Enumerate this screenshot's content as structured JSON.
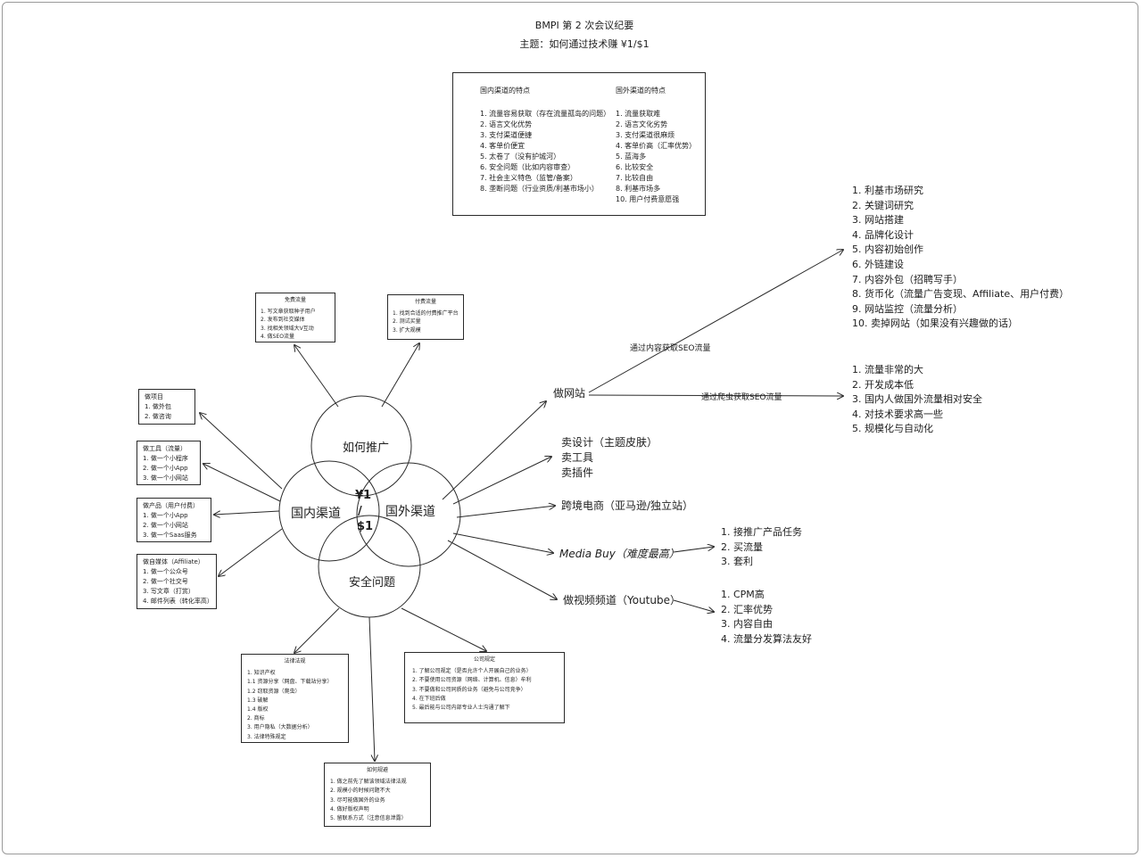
{
  "page": {
    "title": "BMPI 第 2 次会议纪要",
    "subtitle": "主题：如何通过技术赚 ¥1/$1"
  },
  "circles": {
    "top": "如何推广",
    "left": "国内渠道",
    "right": "国外渠道",
    "bottom": "安全问题",
    "center_top": "¥1",
    "center_slash": "/",
    "center_bottom": "$1"
  },
  "compare": {
    "domestic_title": "国内渠道的特点",
    "domestic_items": [
      "1. 流量容易获取（存在流量孤岛的问题）",
      "2. 语言文化优势",
      "3. 支付渠道便捷",
      "4. 客单价便宜",
      "5. 太卷了（没有护城河）",
      "6. 安全问题（比如内容审查）",
      "7. 社会主义特色（监管/备案）",
      "8. 垄断问题（行业资质/利基市场小）"
    ],
    "foreign_title": "国外渠道的特点",
    "foreign_items": [
      "1. 流量获取难",
      "2. 语言文化劣势",
      "3. 支付渠道很麻烦",
      "4. 客单价高（汇率优势）",
      "5. 蓝海多",
      "6. 比较安全",
      "7. 比较自由",
      "8. 利基市场多",
      "10. 用户付费意愿强"
    ]
  },
  "free_traffic": {
    "title": "免费流量",
    "items": [
      "1. 写文章获取种子用户",
      "2. 发布到社交媒体",
      "3. 找相关领域大V互动",
      "4. 做SEO流量"
    ]
  },
  "paid_traffic": {
    "title": "付费流量",
    "items": [
      "1. 找到合适的付费推广平台",
      "2. 测试买量",
      "3. 扩大规模"
    ]
  },
  "project": {
    "title": "做项目",
    "items": [
      "1. 做外包",
      "2. 做咨询"
    ]
  },
  "tools": {
    "title": "做工具（流量）",
    "items": [
      "1. 做一个小程序",
      "2. 做一个小App",
      "3. 做一个小网站"
    ]
  },
  "product": {
    "title": "做产品（用户付费）",
    "items": [
      "1. 做一个小App",
      "2. 做一个小网站",
      "3. 做一个Saas服务"
    ]
  },
  "media": {
    "title": "做自媒体（Affiliate）",
    "items": [
      "1. 做一个公众号",
      "2. 做一个社交号",
      "3. 写文章（打赏）",
      "4. 邮件列表（转化率高）"
    ]
  },
  "law": {
    "title": "法律法规",
    "items": [
      "1. 知识产权",
      "1.1 资源分享（网盘、下载站分享）",
      "1.2 窃取资源（爬虫）",
      "1.3 破解",
      "1.4 版权",
      "2. 商标",
      "3. 用户隐私（大数据分析）",
      "3. 法律特殊规定"
    ]
  },
  "company": {
    "title": "公司规定",
    "items": [
      "1. 了解公司规定（是否允许个人开展自己的业务）",
      "2. 不要使用公司资源（网络、计算机、信息）牟利",
      "3. 不要做和公司同质的业务（避免与公司竞争）",
      "4. 在下班后做",
      "5. 最后能与公司内部专业人士沟通了解下"
    ]
  },
  "avoid": {
    "title": "如何规避",
    "items": [
      "1. 做之前先了解该领域法律法规",
      "2. 规模小的时候问题不大",
      "3. 尽可能做国外的业务",
      "4. 做好版权声明",
      "5. 留联系方式（注意信息泄露）"
    ]
  },
  "website": {
    "label": "做网站",
    "seo_content_label": "通过内容获取SEO流量",
    "crawler_label": "通过爬虫获取SEO流量",
    "seo_steps": [
      "1. 利基市场研究",
      "2. 关键词研究",
      "3. 网站搭建",
      "4. 品牌化设计",
      "5. 内容初始创作",
      "6. 外链建设",
      "7. 内容外包（招聘写手）",
      "8. 货币化（流量广告变现、Affiliate、用户付费）",
      "9. 网站监控（流量分析）",
      "10. 卖掉网站（如果没有兴趣做的话）"
    ],
    "crawler_points": [
      "1. 流量非常的大",
      "2. 开发成本低",
      "3. 国内人做国外流量相对安全",
      "4. 对技术要求高一些",
      "5. 规模化与自动化"
    ]
  },
  "sell": {
    "items": [
      "卖设计（主题皮肤）",
      "卖工具",
      "卖插件"
    ]
  },
  "ecommerce": {
    "label": "跨境电商（亚马逊/独立站）"
  },
  "media_buy": {
    "label": "Media Buy（难度最高）",
    "items": [
      "1. 接推广产品任务",
      "2. 买流量",
      "3. 套利"
    ]
  },
  "youtube": {
    "label": "做视频频道（Youtube）",
    "items": [
      "1. CPM高",
      "2. 汇率优势",
      "3. 内容自由",
      "4. 流量分发算法友好"
    ]
  }
}
